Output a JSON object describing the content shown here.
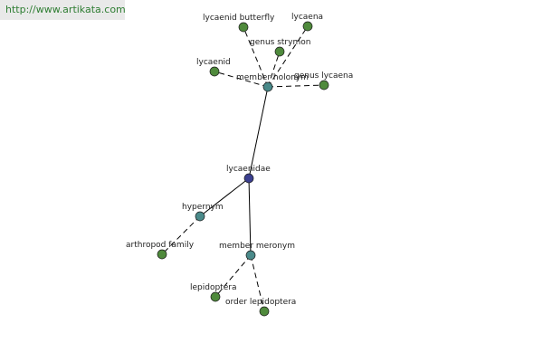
{
  "header": {
    "url": "http://www.artikata.com"
  },
  "colors": {
    "center": "#3b3f8f",
    "relation": "#4a8a8a",
    "leaf": "#4f8a3c",
    "url_text": "#2e7d32"
  },
  "graph": {
    "nodes": [
      {
        "id": "lycaenidae",
        "label": "lycaenidae",
        "kind": "center"
      },
      {
        "id": "member-holonym",
        "label": "member holonym",
        "kind": "relation"
      },
      {
        "id": "hypernym",
        "label": "hypernym",
        "kind": "relation"
      },
      {
        "id": "member-meronym",
        "label": "member meronym",
        "kind": "relation"
      },
      {
        "id": "lycaenid-butterfly",
        "label": "lycaenid butterfly",
        "kind": "leaf"
      },
      {
        "id": "lycaena",
        "label": "lycaena",
        "kind": "leaf"
      },
      {
        "id": "genus-strymon",
        "label": "genus strymon",
        "kind": "leaf"
      },
      {
        "id": "lycaenid",
        "label": "lycaenid",
        "kind": "leaf"
      },
      {
        "id": "genus-lycaena",
        "label": "genus lycaena",
        "kind": "leaf"
      },
      {
        "id": "arthropod-family",
        "label": "arthropod family",
        "kind": "leaf"
      },
      {
        "id": "lepidoptera",
        "label": "lepidoptera",
        "kind": "leaf"
      },
      {
        "id": "order-lepidoptera",
        "label": "order lepidoptera",
        "kind": "leaf"
      }
    ],
    "edges": [
      {
        "from": "lycaenidae",
        "to": "member-holonym",
        "style": "solid"
      },
      {
        "from": "lycaenidae",
        "to": "hypernym",
        "style": "solid"
      },
      {
        "from": "lycaenidae",
        "to": "member-meronym",
        "style": "solid"
      },
      {
        "from": "member-holonym",
        "to": "lycaenid-butterfly",
        "style": "dashed"
      },
      {
        "from": "member-holonym",
        "to": "lycaena",
        "style": "dashed"
      },
      {
        "from": "member-holonym",
        "to": "genus-strymon",
        "style": "dashed"
      },
      {
        "from": "member-holonym",
        "to": "lycaenid",
        "style": "dashed"
      },
      {
        "from": "member-holonym",
        "to": "genus-lycaena",
        "style": "dashed"
      },
      {
        "from": "hypernym",
        "to": "arthropod-family",
        "style": "dashed"
      },
      {
        "from": "member-meronym",
        "to": "lepidoptera",
        "style": "dashed"
      },
      {
        "from": "member-meronym",
        "to": "order-lepidoptera",
        "style": "dashed"
      }
    ]
  }
}
